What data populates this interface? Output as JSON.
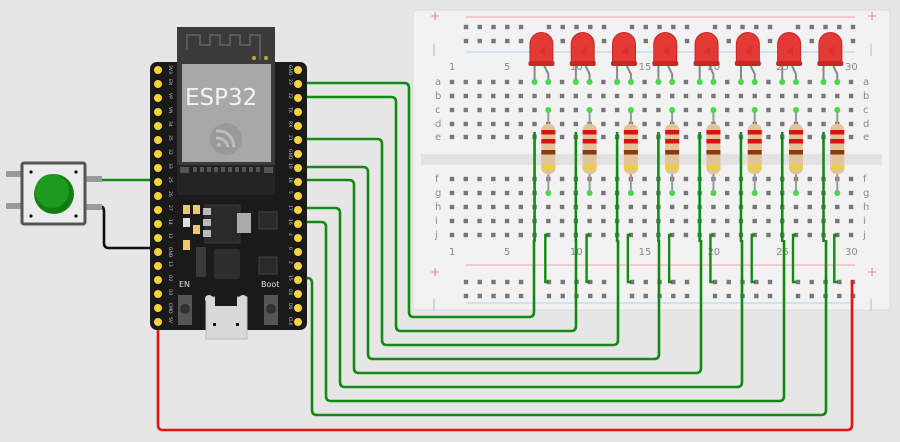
{
  "app": {
    "type": "circuit-simulator-canvas"
  },
  "esp32": {
    "title": "ESP32",
    "left_pins": [
      "3V3",
      "EN",
      "VP",
      "VN",
      "34",
      "35",
      "32",
      "33",
      "25",
      "26",
      "27",
      "14",
      "12",
      "GND",
      "13",
      "D2",
      "D3",
      "CMD",
      "5V"
    ],
    "right_pins": [
      "GND",
      "23",
      "22",
      "TX",
      "RX",
      "21",
      "GND",
      "19",
      "18",
      "5",
      "17",
      "16",
      "4",
      "0",
      "2",
      "15",
      "D1",
      "D0",
      "CLK"
    ],
    "buttons": {
      "en_label": "EN",
      "boot_label": "Boot"
    }
  },
  "pushbutton": {
    "color": "#1a8a1a"
  },
  "breadboard": {
    "rows_top": [
      "a",
      "b",
      "c",
      "d",
      "e"
    ],
    "rows_bottom": [
      "f",
      "g",
      "h",
      "i",
      "j"
    ],
    "column_labels": [
      "1",
      "5",
      "10",
      "15",
      "20",
      "25",
      "30"
    ],
    "rail_plus": "+",
    "rail_minus": "|"
  },
  "leds": {
    "count": 8,
    "color": "#e53935",
    "columns": [
      7,
      10,
      13,
      16,
      19,
      22,
      25,
      28
    ]
  },
  "resistors": {
    "count": 8,
    "bands": [
      "#e01010",
      "#e01010",
      "#8b3a10",
      "#e8d040"
    ],
    "columns": [
      8,
      11,
      14,
      17,
      20,
      23,
      26,
      29
    ]
  },
  "wires": {
    "signal_color": "#138a13",
    "ground_color": "#111111",
    "power_color": "#e81010",
    "connections": [
      {
        "from": "ESP32.23",
        "to": "LED1"
      },
      {
        "from": "ESP32.22",
        "to": "LED2"
      },
      {
        "from": "ESP32.21",
        "to": "LED3"
      },
      {
        "from": "ESP32.19",
        "to": "LED4"
      },
      {
        "from": "ESP32.18",
        "to": "LED5"
      },
      {
        "from": "ESP32.17",
        "to": "LED6"
      },
      {
        "from": "ESP32.16",
        "to": "LED7"
      },
      {
        "from": "ESP32.15",
        "to": "LED8"
      },
      {
        "from": "ESP32.33",
        "to": "Button"
      },
      {
        "from": "ESP32.GND",
        "to": "Button"
      },
      {
        "from": "ESP32.5V",
        "to": "Breadboard +"
      }
    ]
  },
  "colors": {
    "canvas": "#e6e6e6",
    "breadboard": "#f2f2f2",
    "board": "#1a1a1a",
    "pin": "#f5d33a",
    "rail_red": "#f4a0a0",
    "rail_blue": "#a8d4ea"
  }
}
